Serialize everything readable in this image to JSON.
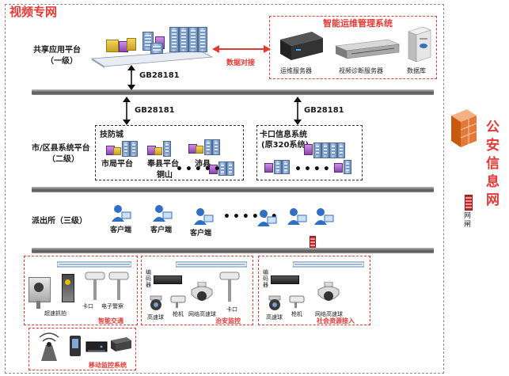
{
  "title": "视频专网",
  "ops_system": {
    "title": "智能运维管理系统",
    "servers": [
      "运维服务器",
      "视频诊断服务器",
      "数据库"
    ]
  },
  "shared_platform": {
    "line1": "共享应用平台",
    "line2": "（一级）"
  },
  "data_link": "数据对接",
  "protocol": "GB28181",
  "city_platform": {
    "line1": "市/区县系统平台",
    "line2": "（二级）"
  },
  "jifang": {
    "title": "技防城",
    "items": [
      "市局平台",
      "奉县平台",
      "沛县",
      "铜山"
    ]
  },
  "kakou": {
    "line1": "卡口信息系统",
    "line2": "(原320系统)"
  },
  "police_station": {
    "label": "派出所（三级）",
    "client_label": "客户端"
  },
  "traffic": {
    "title": "智能交通",
    "devices": [
      "超速抓拍",
      "卡口",
      "电子警察"
    ]
  },
  "security": {
    "title": "治安监控",
    "encoder": "编码器",
    "devices": [
      "高速球",
      "枪机",
      "网络高速球",
      "卡口"
    ]
  },
  "social": {
    "title": "社会资源接入",
    "encoder": "编码器",
    "devices": [
      "高速球",
      "枪机",
      "网络高速球"
    ]
  },
  "mobile": {
    "title": "移动监控系统"
  },
  "public_net": {
    "title": "公安信息网",
    "gateway": "网闸"
  },
  "colors": {
    "accent_red": "#e53935",
    "bar_dark": "#555555",
    "rack_blue": "#6f8fb8"
  }
}
